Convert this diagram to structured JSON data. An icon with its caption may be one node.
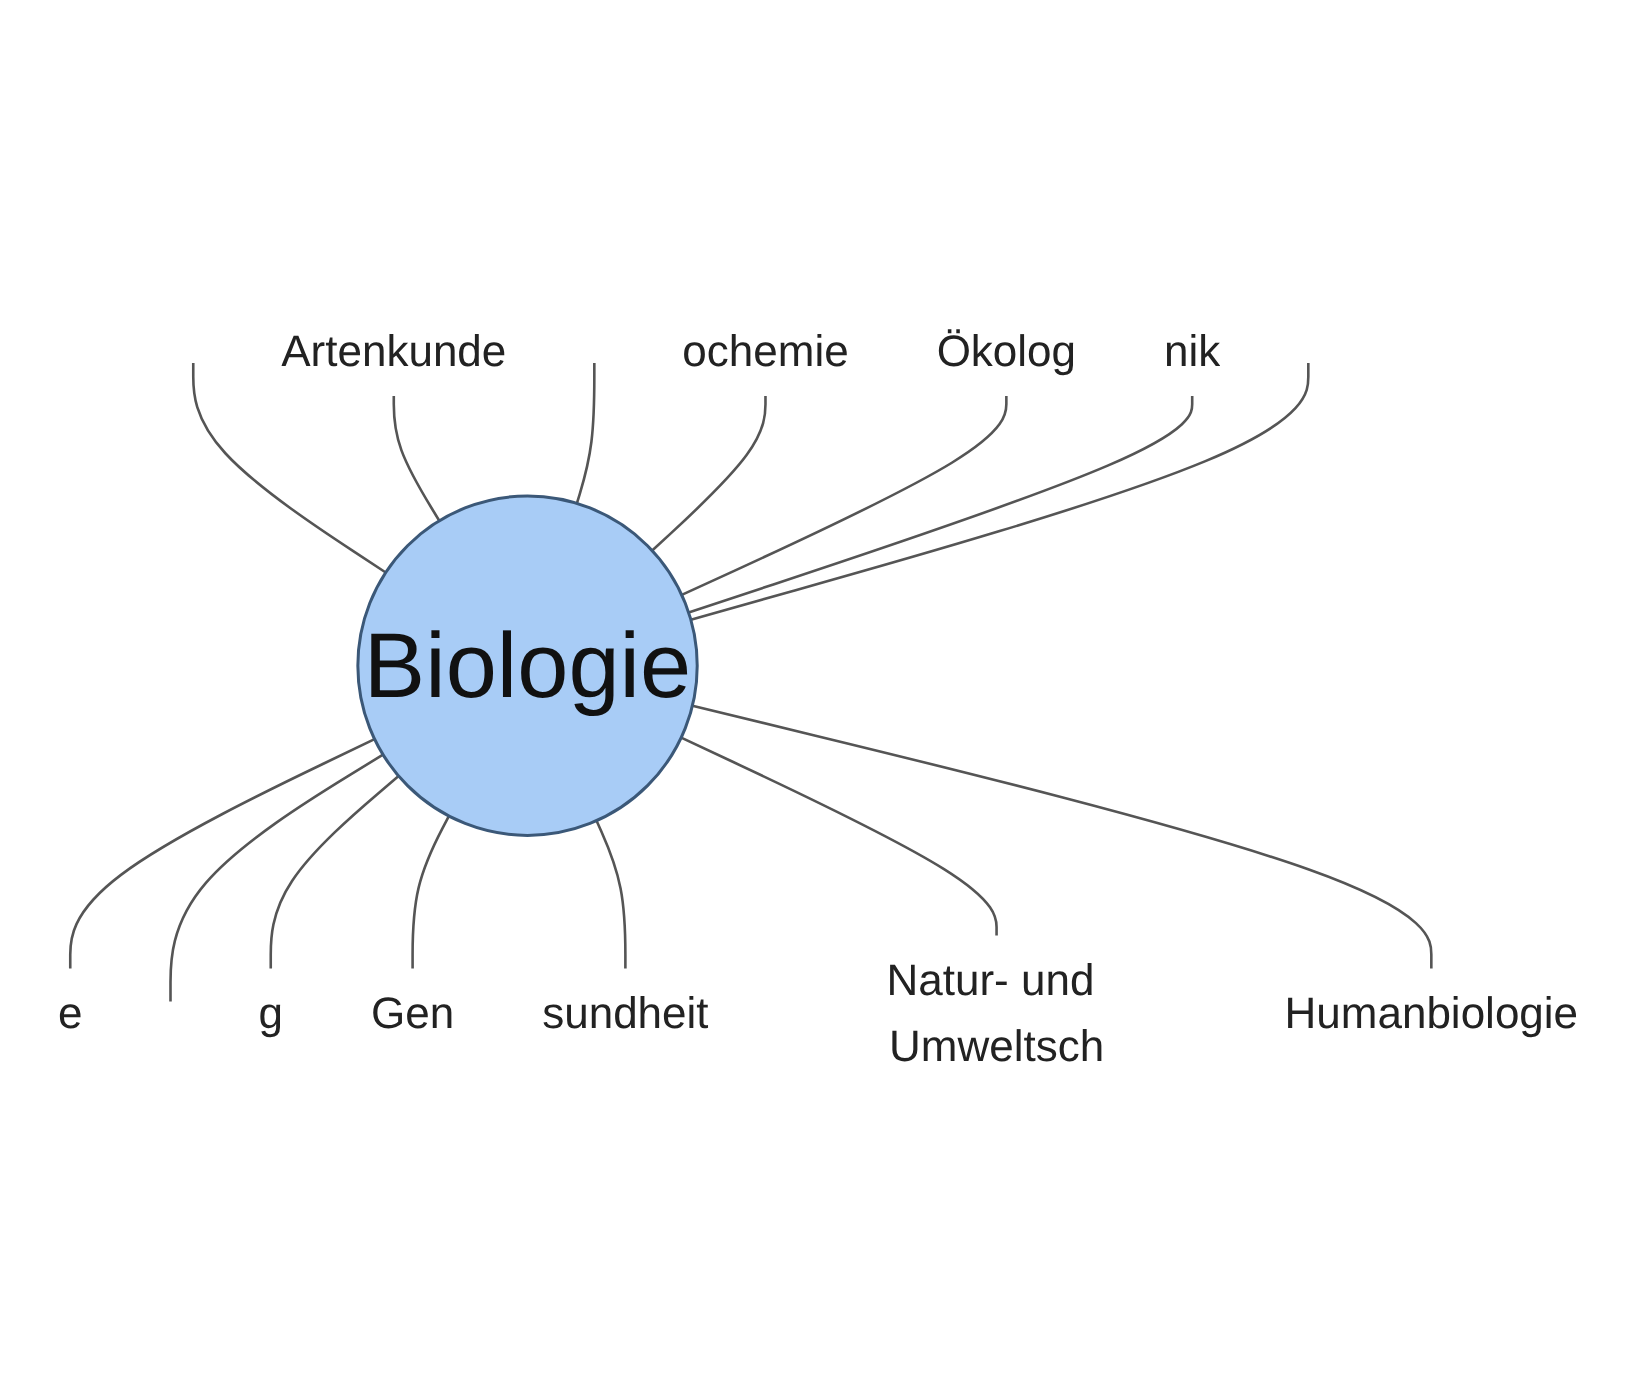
{
  "diagram": {
    "nodes": [
      {
        "text": [
          "Artenkunde"
        ]
      },
      {
        "text": [
          "ochemie"
        ]
      },
      {
        "text": [
          "Ökolog"
        ]
      },
      {
        "text": [
          "nik"
        ]
      },
      {
        "text": [
          "Biologie"
        ]
      },
      {
        "text": [
          "e"
        ]
      },
      {
        "text": [
          "g"
        ]
      },
      {
        "text": [
          "Gen"
        ]
      },
      {
        "text": [
          "sundheit"
        ]
      },
      {
        "text": [
          "Natur- und Umweltsch"
        ]
      },
      {
        "text": [
          "Humanbiologie"
        ]
      }
    ],
    "edges": [
      {
        "from": null,
        "to": 4,
        "arrow": "none"
      },
      {
        "from": 0,
        "to": 4,
        "arrow": "none"
      },
      {
        "from": null,
        "to": 4,
        "arrow": "none"
      },
      {
        "from": 1,
        "to": 4,
        "arrow": "none"
      },
      {
        "from": 2,
        "to": 4,
        "arrow": "none"
      },
      {
        "from": 3,
        "to": 4,
        "arrow": "none"
      },
      {
        "from": null,
        "to": 4,
        "arrow": "none"
      },
      {
        "from": 4,
        "to": 5,
        "arrow": "none"
      },
      {
        "from": 4,
        "to": null,
        "arrow": "none"
      },
      {
        "from": 4,
        "to": 6,
        "arrow": "none"
      },
      {
        "from": 4,
        "to": 7,
        "arrow": "none"
      },
      {
        "from": 4,
        "to": 8,
        "arrow": "none"
      },
      {
        "from": 4,
        "to": 9,
        "arrow": "none"
      },
      {
        "from": 4,
        "to": 10,
        "arrow": "none"
      }
    ]
  }
}
